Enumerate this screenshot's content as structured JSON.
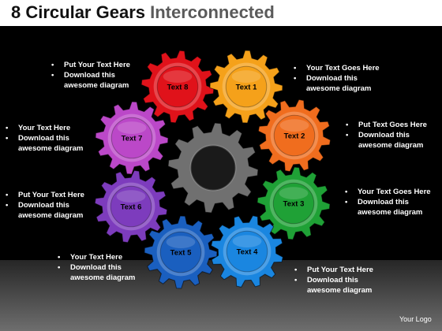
{
  "title": {
    "main": "8 Circular Gears",
    "sub": "Interconnected"
  },
  "gears": [
    {
      "label": "Text 8",
      "color": "#e0121a"
    },
    {
      "label": "Text 1",
      "color": "#f5a11a"
    },
    {
      "label": "Text 2",
      "color": "#f06d1e"
    },
    {
      "label": "Text 3",
      "color": "#1fa136"
    },
    {
      "label": "Text 4",
      "color": "#1a86e0"
    },
    {
      "label": "Text 5",
      "color": "#1a5fbf"
    },
    {
      "label": "Text 6",
      "color": "#7d3cbd"
    },
    {
      "label": "Text 7",
      "color": "#bb48c8"
    },
    {
      "label": "",
      "color": "#707070"
    }
  ],
  "callouts": [
    {
      "line1": "Put Your Text  Here",
      "line2": "Download this",
      "line3": "awesome diagram"
    },
    {
      "line1": "Your Text Goes Here",
      "line2": "Download this",
      "line3": "awesome diagram"
    },
    {
      "line1": "Your Text  Here",
      "line2": "Download this",
      "line3": "awesome diagram"
    },
    {
      "line1": "Put Text Goes Here",
      "line2": "Download this",
      "line3": "awesome diagram"
    },
    {
      "line1": "Put Your Text  Here",
      "line2": "Download this",
      "line3": "awesome diagram"
    },
    {
      "line1": "Your Text Goes Here",
      "line2": "Download this",
      "line3": "awesome diagram"
    },
    {
      "line1": "Your Text  Here",
      "line2": "Download this",
      "line3": "awesome diagram"
    },
    {
      "line1": "Put Your Text  Here",
      "line2": "Download this",
      "line3": "awesome diagram"
    }
  ],
  "logo": "Your Logo"
}
